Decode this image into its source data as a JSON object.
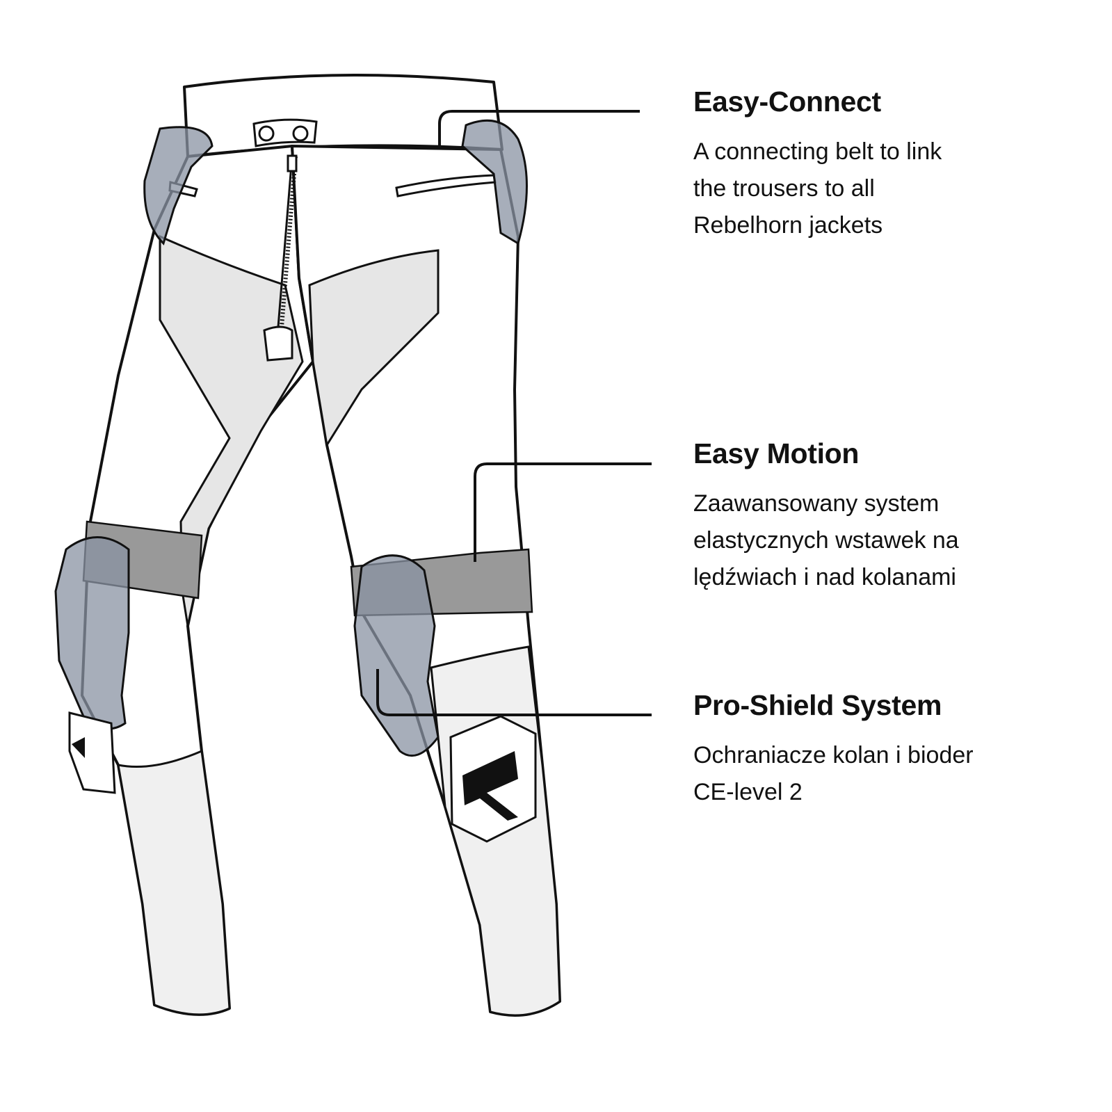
{
  "features": [
    {
      "title": "Easy-Connect",
      "lines": [
        "A connecting belt to link",
        "the trousers to all",
        "Rebelhorn jackets"
      ]
    },
    {
      "title": "Easy Motion",
      "lines": [
        "Zaawansowany system",
        "elastycznych wstawek na",
        "lędźwiach i nad kolanami"
      ]
    },
    {
      "title": "Pro-Shield System",
      "lines": [
        "Ochraniacze kolan i bioder",
        "CE-level 2"
      ]
    }
  ],
  "colors": {
    "outline": "#111111",
    "panel": "#e6e6e6",
    "protector": "#8a93a3",
    "background": "#ffffff"
  }
}
